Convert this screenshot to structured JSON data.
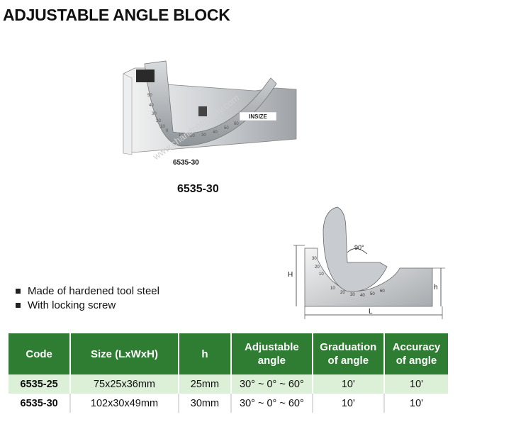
{
  "title": "ADJUSTABLE ANGLE BLOCK",
  "photo": {
    "stamped_code": "6535-30",
    "brand": "INSIZE",
    "watermark": "www.chandcompany.com",
    "scale_left": [
      "50",
      "40",
      "30",
      "20",
      "10",
      "0"
    ],
    "scale_bottom": [
      "10",
      "20",
      "30",
      "40",
      "50",
      "60"
    ]
  },
  "caption": "6535-30",
  "diagram": {
    "height_label": "H",
    "slot_height_label": "h",
    "length_label": "L",
    "angle_label": "90°",
    "scale_left": [
      "30",
      "20",
      "10"
    ],
    "scale_bottom": [
      "10",
      "20",
      "30",
      "40",
      "50",
      "60"
    ]
  },
  "features": [
    "Made of hardened tool steel",
    "With locking screw"
  ],
  "table": {
    "headers": [
      "Code",
      "Size (LxWxH)",
      "h",
      "Adjustable angle",
      "Graduation of angle",
      "Accuracy of angle"
    ],
    "rows": [
      [
        "6535-25",
        "75x25x36mm",
        "25mm",
        "30° ~ 0° ~ 60°",
        "10'",
        "10'"
      ],
      [
        "6535-30",
        "102x30x49mm",
        "30mm",
        "30° ~ 0° ~ 60°",
        "10'",
        "10'"
      ]
    ]
  },
  "colors": {
    "header_green": "#2e7d32",
    "row_highlight": "#dcefd7"
  }
}
